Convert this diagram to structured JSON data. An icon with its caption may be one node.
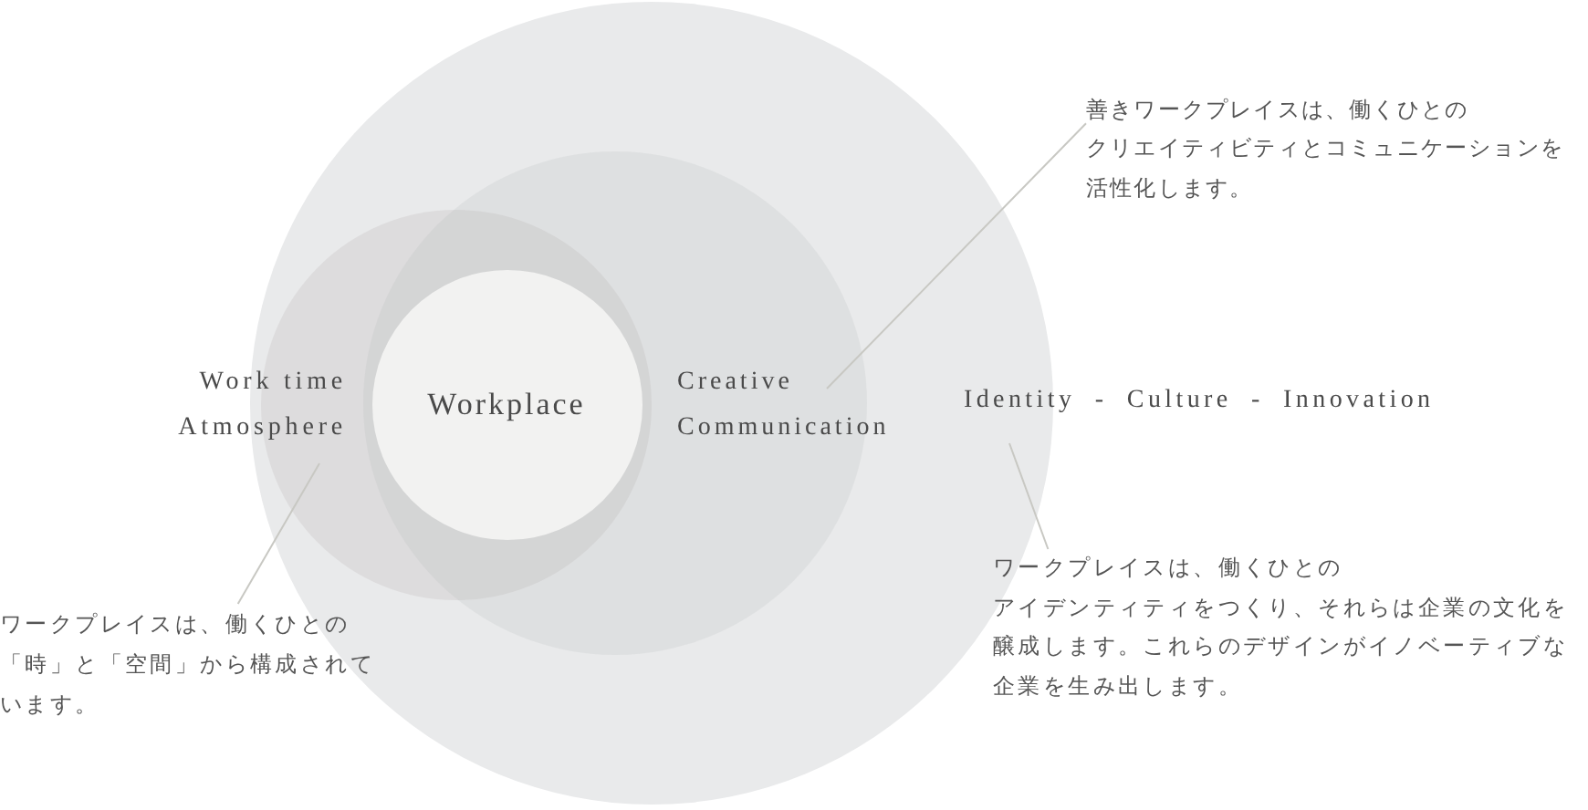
{
  "diagram": {
    "nodes": [
      {
        "text": [
          "Identity - Culture - Innovation"
        ]
      },
      {
        "text": [
          "Work time Atmosphere"
        ],
        "in": 0
      },
      {
        "text": [
          "Creative Communication"
        ],
        "in": 0
      },
      {
        "text": [
          "Workplace"
        ]
      },
      {
        "text": [
          "善きワークプレイスは、働くひとのクリエイティビティとコミュニケーションを活性化します。"
        ]
      },
      {
        "text": [
          "ワークプレイスは、働くひとの「時」と「空間」から構成されています。"
        ]
      },
      {
        "text": [
          "ワークプレイスは、働くひとのアイデンティティをつくり、それらは企業の文化を醸成します。これらのデザインがイノベーティブな企業を生み出します。"
        ]
      }
    ],
    "edges": [
      {
        "from": 4,
        "to": 2,
        "arrow": "none"
      },
      {
        "from": 5,
        "to": 1,
        "arrow": "none"
      },
      {
        "from": 6,
        "to": 0,
        "arrow": "none"
      }
    ]
  }
}
